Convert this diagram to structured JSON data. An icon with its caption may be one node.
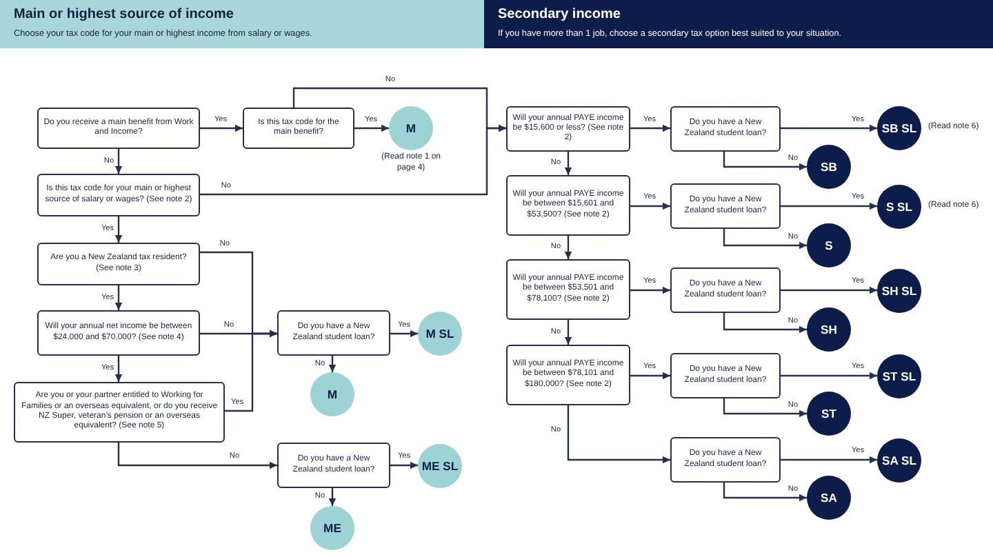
{
  "diagram": {
    "nodes": [
      {
        "text": [
          "Main or highest source of income",
          "Choose your tax code for your main or highest income from salary or wages."
        ]
      },
      {
        "text": [
          "Secondary income",
          "If you have more than 1 job, choose a secondary tax option best suited to your situation."
        ]
      },
      {
        "text": [
          "Do you receive a main benefit from Work and Income?"
        ]
      },
      {
        "text": [
          "Is this tax code for the main benefit?"
        ]
      },
      {
        "text": [
          "M"
        ],
        "beside": [
          "(Read note 1 on page 4)"
        ]
      },
      {
        "text": [
          "Is this tax code for your main or highest source of salary or wages? (See note 2)"
        ]
      },
      {
        "text": [
          "Are you a New Zealand tax resident? (See note 3)"
        ]
      },
      {
        "text": [
          "Will your annual net income be between $24,000 and $70,000? (See note 4)"
        ]
      },
      {
        "text": [
          "Are you or your partner entitled to Working for Families or an overseas equivalent, or do you receive NZ Super, veteran’s pension or an overseas equivalent? (See note 5)"
        ]
      },
      {
        "text": [
          "Do you have a New Zealand student loan?"
        ]
      },
      {
        "text": [
          "M SL"
        ]
      },
      {
        "text": [
          "M"
        ]
      },
      {
        "text": [
          "Do you have a New Zealand student loan?"
        ]
      },
      {
        "text": [
          "ME SL"
        ]
      },
      {
        "text": [
          "ME"
        ]
      },
      {
        "text": [
          "Will your annual PAYE income be $15,600 or less? (See note 2)"
        ]
      },
      {
        "text": [
          "Do you have a New Zealand student loan?"
        ]
      },
      {
        "text": [
          "SB SL"
        ],
        "beside": [
          "(Read note 6)"
        ]
      },
      {
        "text": [
          "SB"
        ]
      },
      {
        "text": [
          "Will your annual PAYE income be between $15,601 and $53,500? (See note 2)"
        ]
      },
      {
        "text": [
          "Do you have a New Zealand student loan?"
        ]
      },
      {
        "text": [
          "S SL"
        ],
        "beside": [
          "(Read note 6)"
        ]
      },
      {
        "text": [
          "S"
        ]
      },
      {
        "text": [
          "Will your annual PAYE income be between $53,501 and $78,100? (See note 2)"
        ]
      },
      {
        "text": [
          "Do you have a New Zealand student loan?"
        ]
      },
      {
        "text": [
          "SH SL"
        ]
      },
      {
        "text": [
          "SH"
        ]
      },
      {
        "text": [
          "Will your annual PAYE income be between $78,101 and $180,000? (See note 2)"
        ]
      },
      {
        "text": [
          "Do you have a New Zealand student loan?"
        ]
      },
      {
        "text": [
          "ST SL"
        ]
      },
      {
        "text": [
          "ST"
        ]
      },
      {
        "text": [
          "Do you have a New Zealand student loan?"
        ]
      },
      {
        "text": [
          "SA SL"
        ]
      },
      {
        "text": [
          "SA"
        ]
      }
    ],
    "edges": [
      {
        "from": 2,
        "to": 3,
        "arrow": "to",
        "label": "Yes"
      },
      {
        "from": 3,
        "to": 4,
        "arrow": "to",
        "label": "Yes"
      },
      {
        "from": 2,
        "to": 5,
        "arrow": "to",
        "label": "No"
      },
      {
        "from": 3,
        "to": 15,
        "arrow": "to",
        "label": "No"
      },
      {
        "from": 5,
        "to": 15,
        "arrow": "to",
        "label": "No"
      },
      {
        "from": 5,
        "to": 6,
        "arrow": "to",
        "label": "Yes"
      },
      {
        "from": 6,
        "to": 9,
        "arrow": "to",
        "label": "No"
      },
      {
        "from": 6,
        "to": 7,
        "arrow": "to",
        "label": "Yes"
      },
      {
        "from": 7,
        "to": 9,
        "arrow": "to",
        "label": "No"
      },
      {
        "from": 7,
        "to": 8,
        "arrow": "to",
        "label": "Yes"
      },
      {
        "from": 8,
        "to": 9,
        "arrow": "to",
        "label": "Yes"
      },
      {
        "from": 8,
        "to": 12,
        "arrow": "to",
        "label": "No"
      },
      {
        "from": 9,
        "to": 10,
        "arrow": "to",
        "label": "Yes"
      },
      {
        "from": 9,
        "to": 11,
        "arrow": "to",
        "label": "No"
      },
      {
        "from": 12,
        "to": 13,
        "arrow": "to",
        "label": "Yes"
      },
      {
        "from": 12,
        "to": 14,
        "arrow": "to",
        "label": "No"
      },
      {
        "from": 15,
        "to": 16,
        "arrow": "to",
        "label": "Yes"
      },
      {
        "from": 16,
        "to": 17,
        "arrow": "to",
        "label": "Yes"
      },
      {
        "from": 16,
        "to": 18,
        "arrow": "to",
        "label": "No"
      },
      {
        "from": 15,
        "to": 19,
        "arrow": "to",
        "label": "No"
      },
      {
        "from": 19,
        "to": 20,
        "arrow": "to",
        "label": "Yes"
      },
      {
        "from": 20,
        "to": 21,
        "arrow": "to",
        "label": "Yes"
      },
      {
        "from": 20,
        "to": 22,
        "arrow": "to",
        "label": "No"
      },
      {
        "from": 19,
        "to": 23,
        "arrow": "to",
        "label": "No"
      },
      {
        "from": 23,
        "to": 24,
        "arrow": "to",
        "label": "Yes"
      },
      {
        "from": 24,
        "to": 25,
        "arrow": "to",
        "label": "Yes"
      },
      {
        "from": 24,
        "to": 26,
        "arrow": "to",
        "label": "No"
      },
      {
        "from": 23,
        "to": 27,
        "arrow": "to",
        "label": "No"
      },
      {
        "from": 27,
        "to": 28,
        "arrow": "to",
        "label": "Yes"
      },
      {
        "from": 28,
        "to": 29,
        "arrow": "to",
        "label": "Yes"
      },
      {
        "from": 28,
        "to": 30,
        "arrow": "to",
        "label": "No"
      },
      {
        "from": 27,
        "to": 31,
        "arrow": "to",
        "label": "No"
      },
      {
        "from": 31,
        "to": 32,
        "arrow": "to",
        "label": "Yes"
      },
      {
        "from": 31,
        "to": 33,
        "arrow": "to",
        "label": "No"
      }
    ]
  }
}
